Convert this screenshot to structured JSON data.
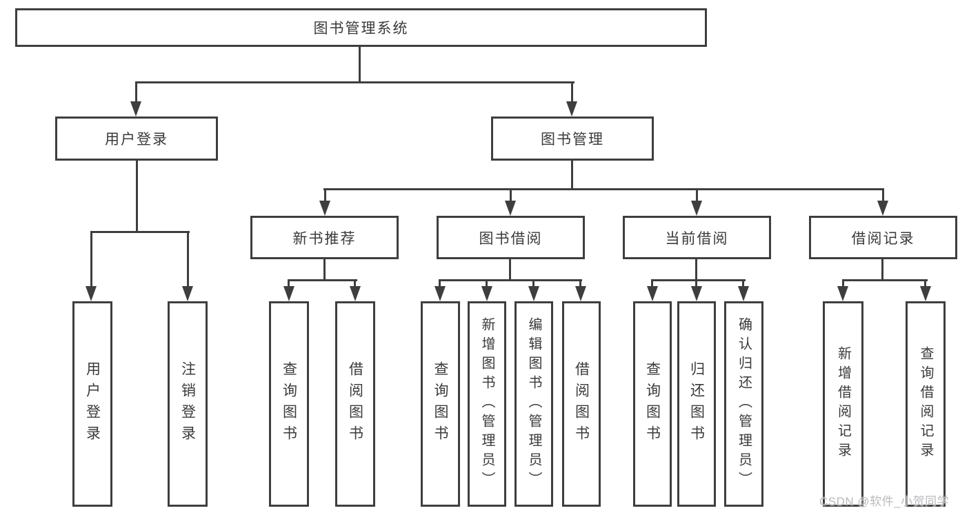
{
  "tree": {
    "root": {
      "label": "图书管理系统"
    },
    "branches": [
      {
        "label": "用户登录",
        "leaves": [
          {
            "label": "用户登录"
          },
          {
            "label": "注销登录"
          }
        ]
      },
      {
        "label": "图书管理",
        "groups": [
          {
            "label": "新书推荐",
            "leaves": [
              {
                "label": "查询图书"
              },
              {
                "label": "借阅图书"
              }
            ]
          },
          {
            "label": "图书借阅",
            "leaves": [
              {
                "label": "查询图书"
              },
              {
                "label": "新增图书（管理员）"
              },
              {
                "label": "编辑图书（管理员）"
              },
              {
                "label": "借阅图书"
              }
            ]
          },
          {
            "label": "当前借阅",
            "leaves": [
              {
                "label": "查询图书"
              },
              {
                "label": "归还图书"
              },
              {
                "label": "确认归还（管理员）"
              }
            ]
          },
          {
            "label": "借阅记录",
            "leaves": [
              {
                "label": "新增借阅记录"
              },
              {
                "label": "查询借阅记录"
              }
            ]
          }
        ]
      }
    ]
  },
  "watermark": {
    "text": "CSDN @软件_小贺同学"
  },
  "colors": {
    "line": "#3e3e3e",
    "text": "#3a3a3a",
    "watermark": "#b9b9bd",
    "bg": "#ffffff"
  }
}
